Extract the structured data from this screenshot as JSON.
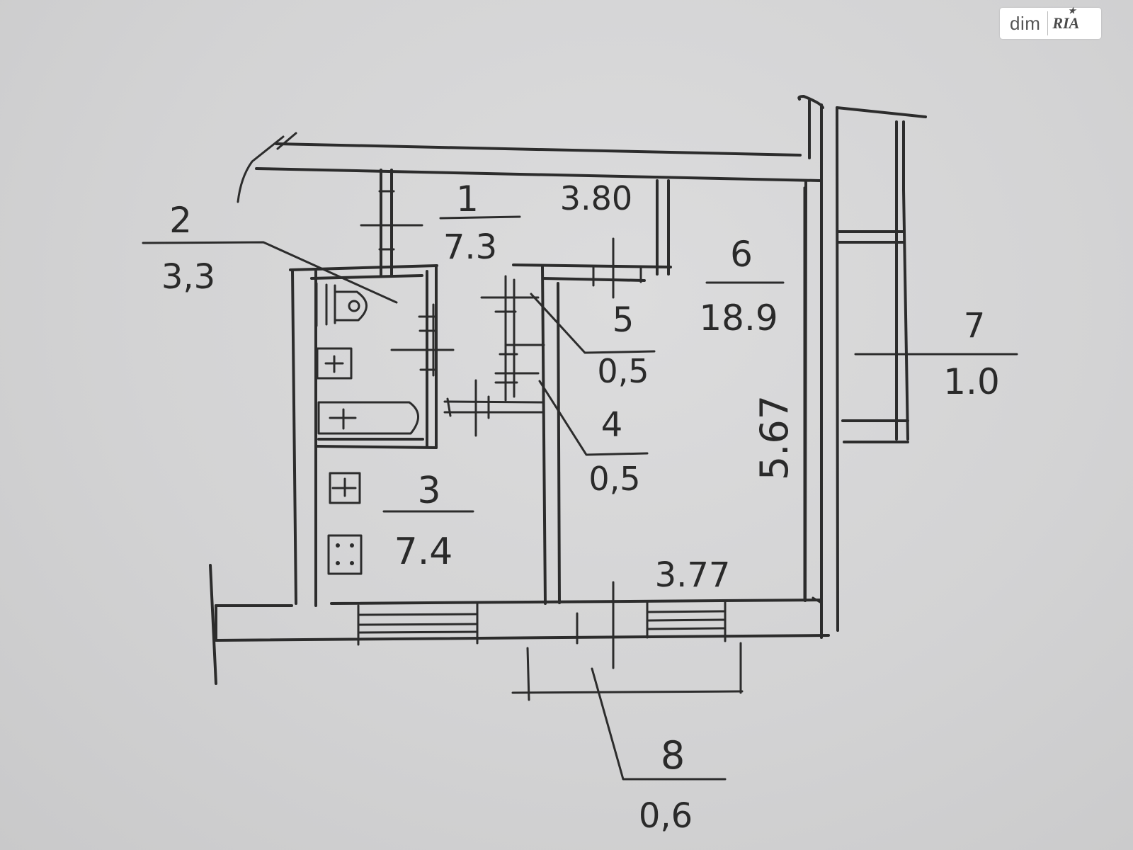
{
  "watermark": {
    "brand": "dim",
    "sub_brand": "RIA",
    "accent_color": "#555555"
  },
  "plan": {
    "ink_color": "#2c2c2c",
    "paper_color": "#d4d4d5",
    "rooms": [
      {
        "number": "1",
        "area": "7.3"
      },
      {
        "number": "2",
        "area": "3,3"
      },
      {
        "number": "3",
        "area": "7.4"
      },
      {
        "number": "4",
        "area": "0,5"
      },
      {
        "number": "5",
        "area": "0,5"
      },
      {
        "number": "6",
        "area": "18.9"
      },
      {
        "number": "7",
        "area": "1.0"
      },
      {
        "number": "8",
        "area": "0,6"
      }
    ],
    "dimensions": {
      "top_width": "3.80",
      "bottom_width": "3.77",
      "depth": "5.67"
    },
    "fixtures": {
      "toilet": "toilet-icon",
      "sink_bath": "sink-icon",
      "bathtub": "bathtub-icon",
      "kitchen_sink": "kitchen-sink-icon",
      "stove": "stove-icon"
    }
  }
}
